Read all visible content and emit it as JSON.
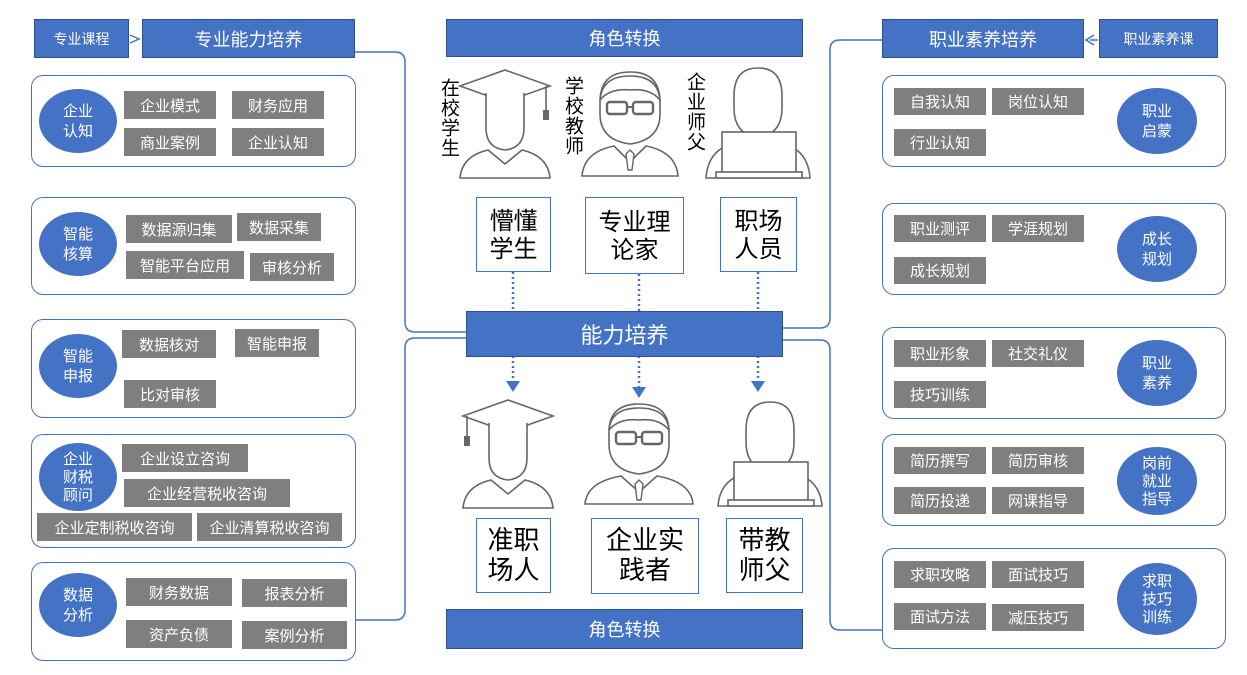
{
  "left": {
    "tag": "专业课程",
    "header": "专业能力培养",
    "groups": [
      {
        "title": "企业\n认知",
        "chips": [
          "企业模式",
          "财务应用",
          "商业案例",
          "企业认知"
        ]
      },
      {
        "title": "智能\n核算",
        "chips": [
          "数据源归集",
          "数据采集",
          "智能平台应用",
          "审核分析"
        ]
      },
      {
        "title": "智能\n申报",
        "chips": [
          "数据核对",
          "智能申报",
          "比对审核"
        ]
      },
      {
        "title": "企业\n财税\n顾问",
        "chips": [
          "企业设立咨询",
          "企业经营税收咨询",
          "企业定制税收咨询",
          "企业清算税收咨询"
        ]
      },
      {
        "title": "数据\n分析",
        "chips": [
          "财务数据",
          "报表分析",
          "资产负债",
          "案例分析"
        ]
      }
    ]
  },
  "center": {
    "top_header": "角色转换",
    "bottom_header": "角色转换",
    "middle_box": "能力培养",
    "top_people": [
      "在校学生",
      "学校教师",
      "企业师父"
    ],
    "top_roles": [
      "懵懂\n学生",
      "专业理\n论家",
      "职场\n人员"
    ],
    "bottom_roles": [
      "准职\n场人",
      "企业实\n践者",
      "带教\n师父"
    ]
  },
  "right": {
    "header": "职业素养培养",
    "tag": "职业素养课",
    "groups": [
      {
        "title": "职业\n启蒙",
        "chips": [
          "自我认知",
          "岗位认知",
          "行业认知"
        ]
      },
      {
        "title": "成长\n规划",
        "chips": [
          "职业测评",
          "学涯规划",
          "成长规划"
        ]
      },
      {
        "title": "职业\n素养",
        "chips": [
          "职业形象",
          "社交礼仪",
          "技巧训练"
        ]
      },
      {
        "title": "岗前\n就业\n指导",
        "chips": [
          "简历撰写",
          "简历审核",
          "简历投递",
          "网课指导"
        ]
      },
      {
        "title": "求职\n技巧\n训练",
        "chips": [
          "求职攻略",
          "面试技巧",
          "面试方法",
          "减压技巧"
        ]
      }
    ]
  },
  "colors": {
    "primary": "#4472C4",
    "chip": "#7F7F7F"
  }
}
